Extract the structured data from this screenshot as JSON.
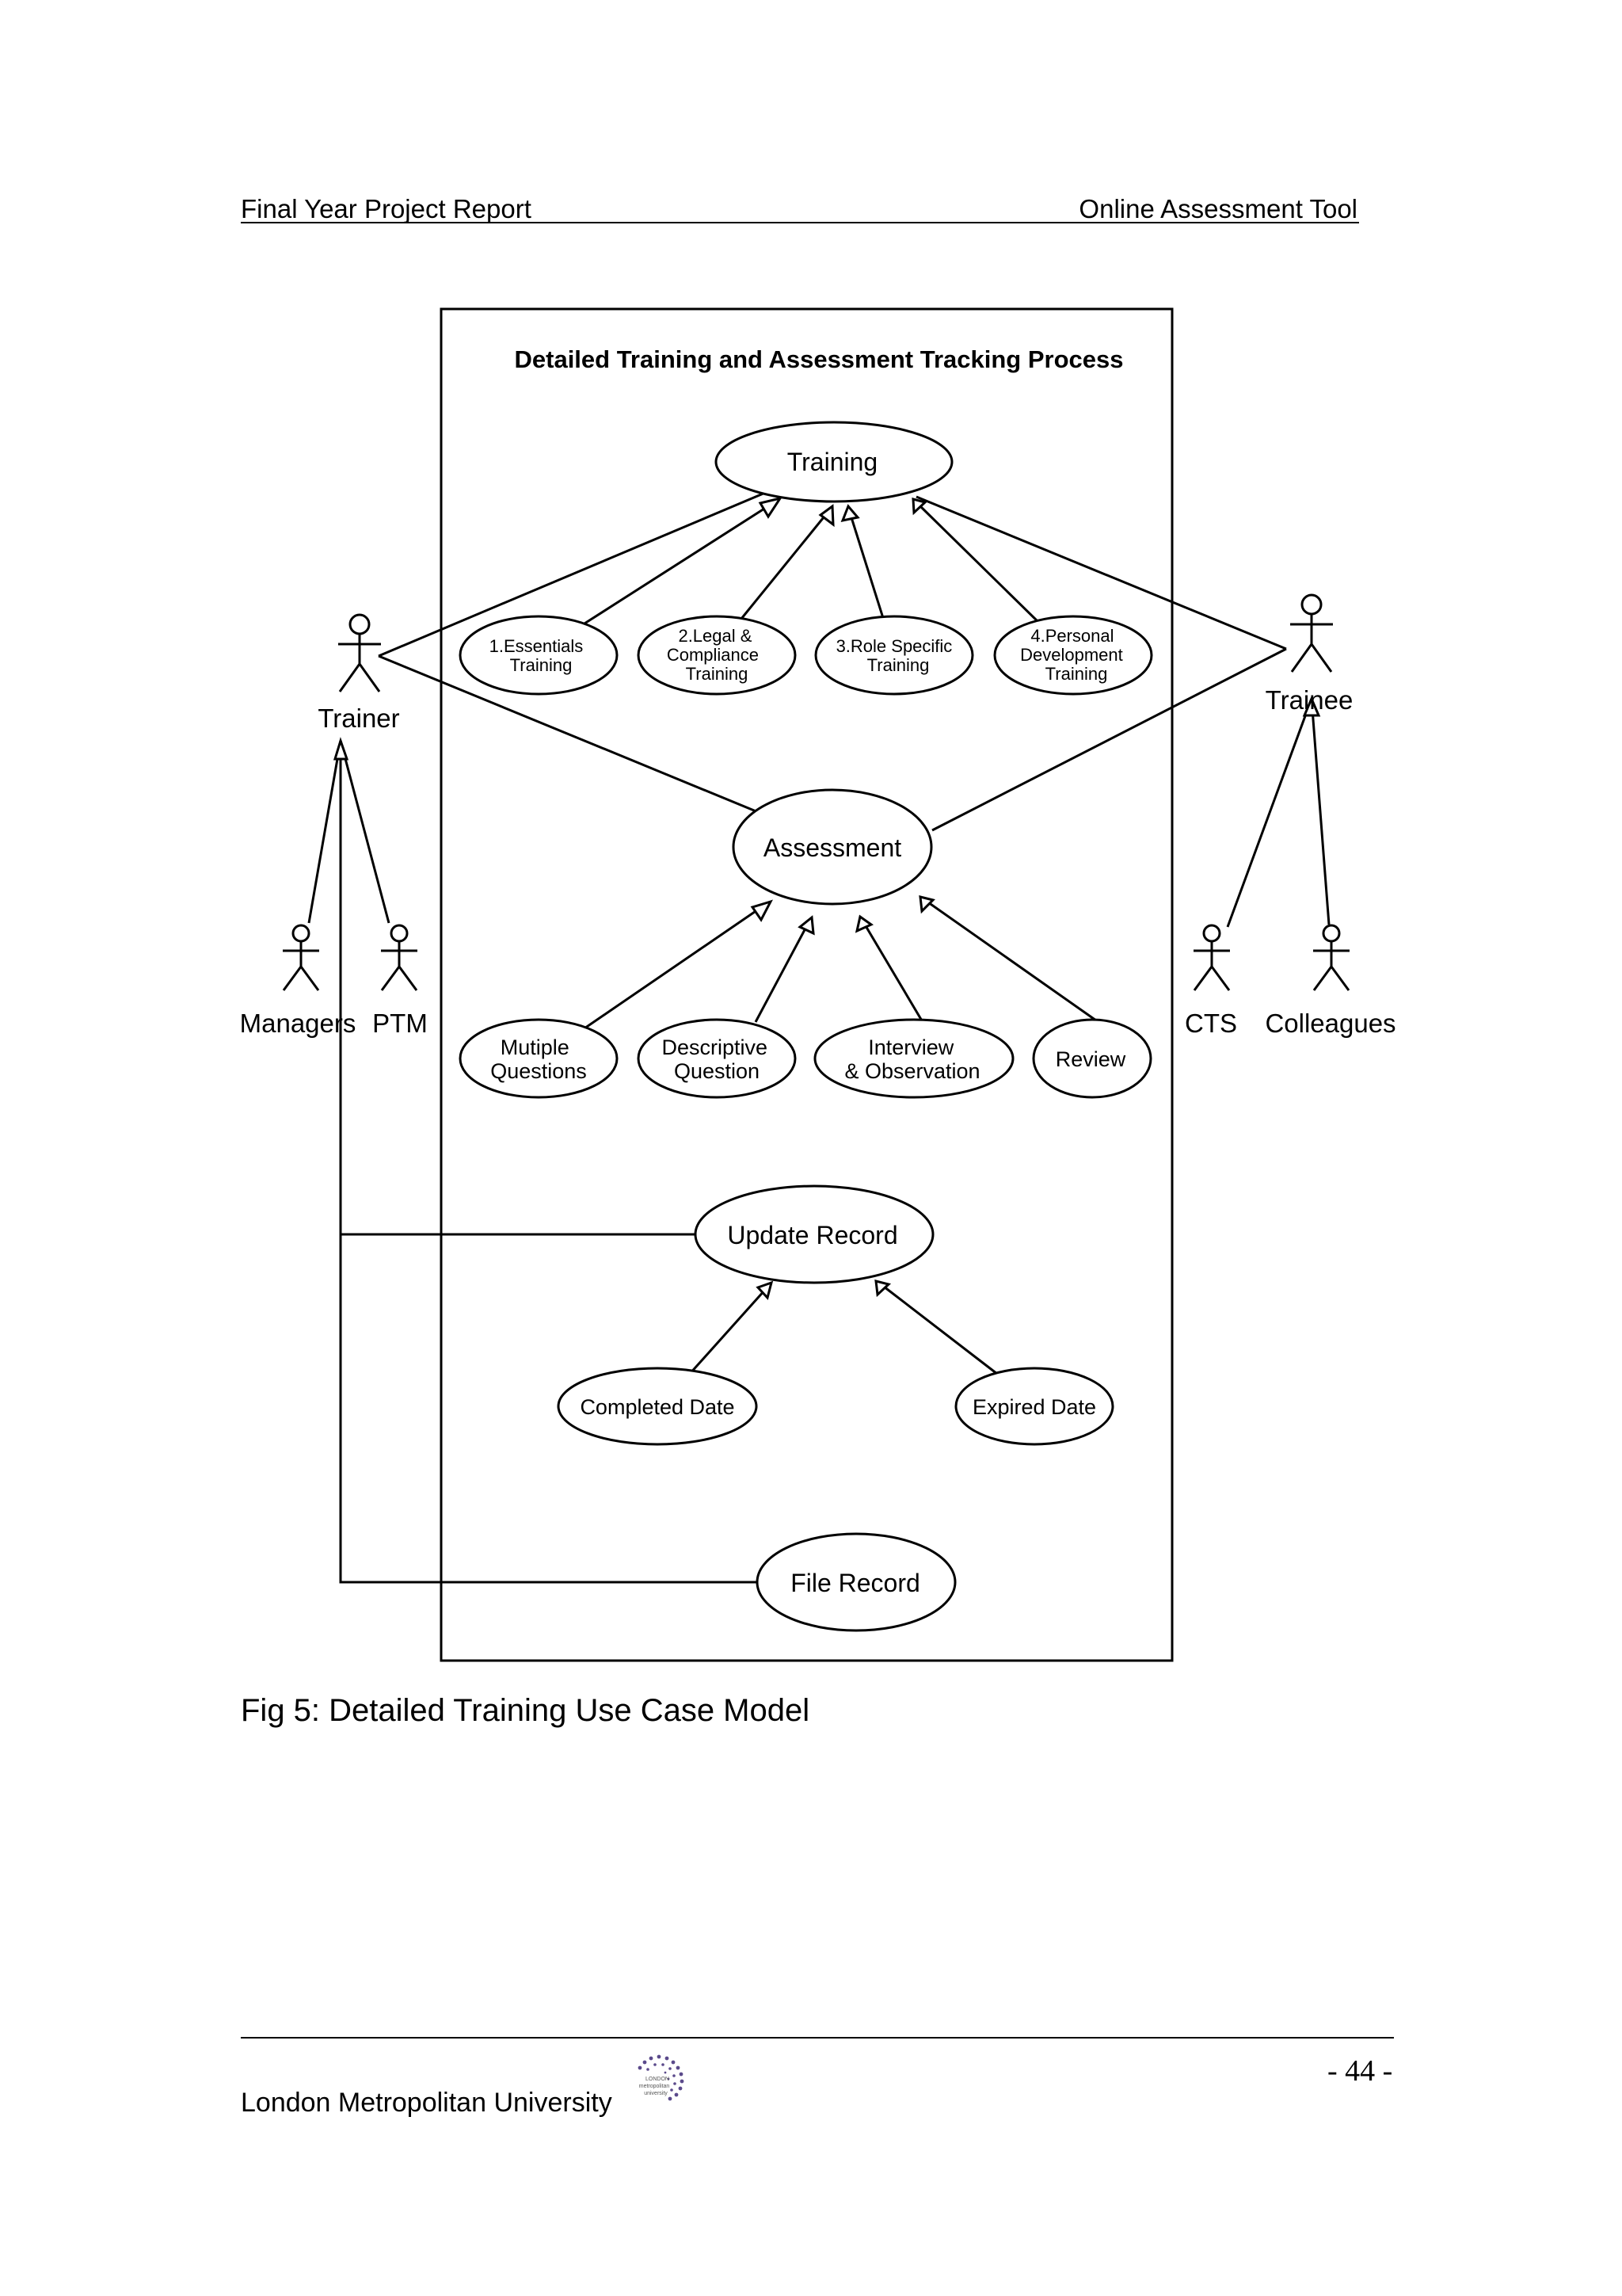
{
  "header": {
    "left": "Final Year Project Report",
    "right": "Online Assessment Tool"
  },
  "diagram": {
    "title": "Detailed Training and Assessment Tracking Process",
    "use_cases": {
      "training": [
        "Training"
      ],
      "essentials": [
        "1.Essentials",
        "Training"
      ],
      "legal": [
        "2.Legal &",
        "Compliance",
        "Training"
      ],
      "role": [
        "3.Role Specific",
        "Training"
      ],
      "personal": [
        "4.Personal",
        "Development",
        "Training"
      ],
      "assessment": [
        "Assessment"
      ],
      "mcq": [
        "Mutiple",
        "Questions"
      ],
      "descriptive": [
        "Descriptive",
        "Question"
      ],
      "interview": [
        "Interview",
        "& Observation"
      ],
      "review": [
        "Review"
      ],
      "update_record": [
        "Update Record"
      ],
      "completed_date": [
        "Completed Date"
      ],
      "expired_date": [
        "Expired Date"
      ],
      "file_record": [
        "File Record"
      ]
    },
    "actors": {
      "trainer": "Trainer",
      "trainee": "Trainee",
      "managers": "Managers",
      "ptm": "PTM",
      "cts": "CTS",
      "colleagues": "Colleagues"
    }
  },
  "caption": "Fig 5: Detailed Training Use Case Model",
  "footer": {
    "institution": "London Metropolitan University",
    "page": "- 44 -",
    "logo_text": [
      "LONDON",
      "metropolitan",
      "university"
    ]
  }
}
